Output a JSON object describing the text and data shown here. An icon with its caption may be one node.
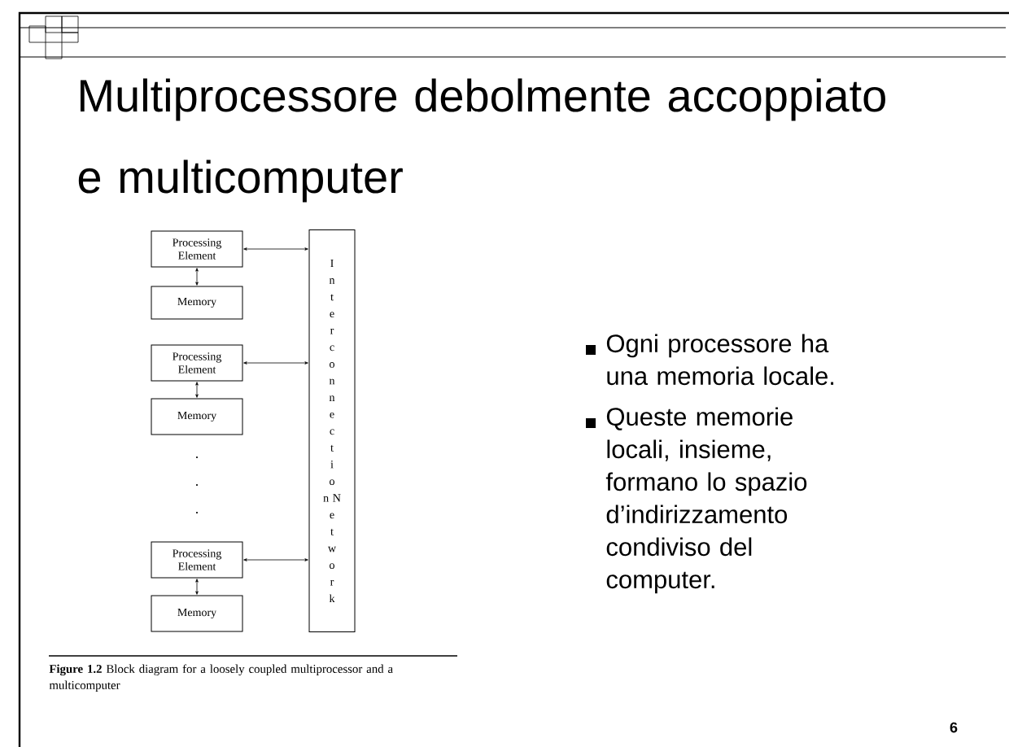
{
  "diagram": {
    "title": "Multiprocessore debolmente accoppiato e multicomputer",
    "caption": "**Figure 1.2** Block diagram for a loosely coupled multiprocessor and a multicomputer",
    "nodes": [
      {
        "text": [
          "Processing Element"
        ]
      },
      {
        "text": [
          "Memory"
        ]
      },
      {
        "text": [
          "Processing Element"
        ]
      },
      {
        "text": [
          "Memory"
        ]
      },
      {
        "text": [
          "Processing Element"
        ]
      },
      {
        "text": [
          "Memory"
        ]
      },
      {
        "text": [
          "Interconnection Network"
        ]
      }
    ],
    "edges": [
      {
        "from": 0,
        "to": 1,
        "arrow": "both"
      },
      {
        "from": 0,
        "to": 6,
        "arrow": "both"
      },
      {
        "from": 2,
        "to": 3,
        "arrow": "both"
      },
      {
        "from": 2,
        "to": 6,
        "arrow": "both"
      },
      {
        "from": 4,
        "to": 5,
        "arrow": "both"
      },
      {
        "from": 4,
        "to": 6,
        "arrow": "both"
      }
    ],
    "labels": [
      "Ogni processore ha una memoria locale.",
      "Queste memorie locali, insieme, formano lo spazio d’indirizzamento condiviso del computer.",
      "6"
    ]
  }
}
